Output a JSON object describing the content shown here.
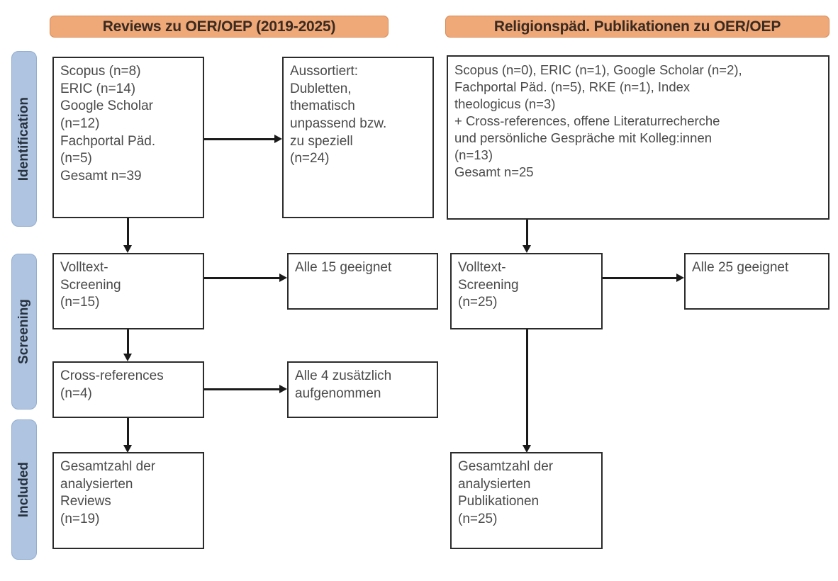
{
  "columns": {
    "left": {
      "banner": "Reviews zu OER/OEP (2019-2025)"
    },
    "right": {
      "banner": "Religionspäd. Publikationen zu OER/OEP"
    }
  },
  "stages": [
    {
      "label": "Identification"
    },
    {
      "label": "Screening"
    },
    {
      "label": "Included"
    }
  ],
  "left_column": {
    "identification_sources": "Scopus (n=8)\nERIC (n=14)\nGoogle Scholar\n(n=12)\nFachportal Päd.\n(n=5)\nGesamt n=39",
    "excluded": "Aussortiert:\nDubletten,\nthematisch\nunpassend bzw.\nzu speziell\n(n=24)",
    "fulltext_screening": "Volltext-\nScreening\n(n=15)",
    "fulltext_result": "Alle 15 geeignet",
    "cross_references": "Cross-references\n(n=4)",
    "cross_references_result": "Alle 4 zusätzlich\naufgenommen",
    "included_total": "Gesamtzahl der\nanalysierten\nReviews\n(n=19)"
  },
  "right_column": {
    "identification_sources": "Scopus (n=0), ERIC (n=1), Google Scholar (n=2),\nFachportal Päd. (n=5), RKE (n=1), Index\ntheologicus (n=3)\n+ Cross-references, offene Literaturrecherche\nund persönliche Gespräche mit Kolleg:innen\n(n=13)\nGesamt n=25",
    "fulltext_screening": "Volltext-\nScreening\n(n=25)",
    "fulltext_result": "Alle 25 geeignet",
    "included_total": "Gesamtzahl der\nanalysierten\nPublikationen\n(n=25)"
  },
  "colors": {
    "banner_fill": "#efa878",
    "banner_border": "#d98b55",
    "stage_fill": "#aec4e0",
    "stage_border": "#93aed2",
    "box_border": "#2b2b2b",
    "line": "#1a1a1a",
    "text": "#4a4a4a"
  }
}
